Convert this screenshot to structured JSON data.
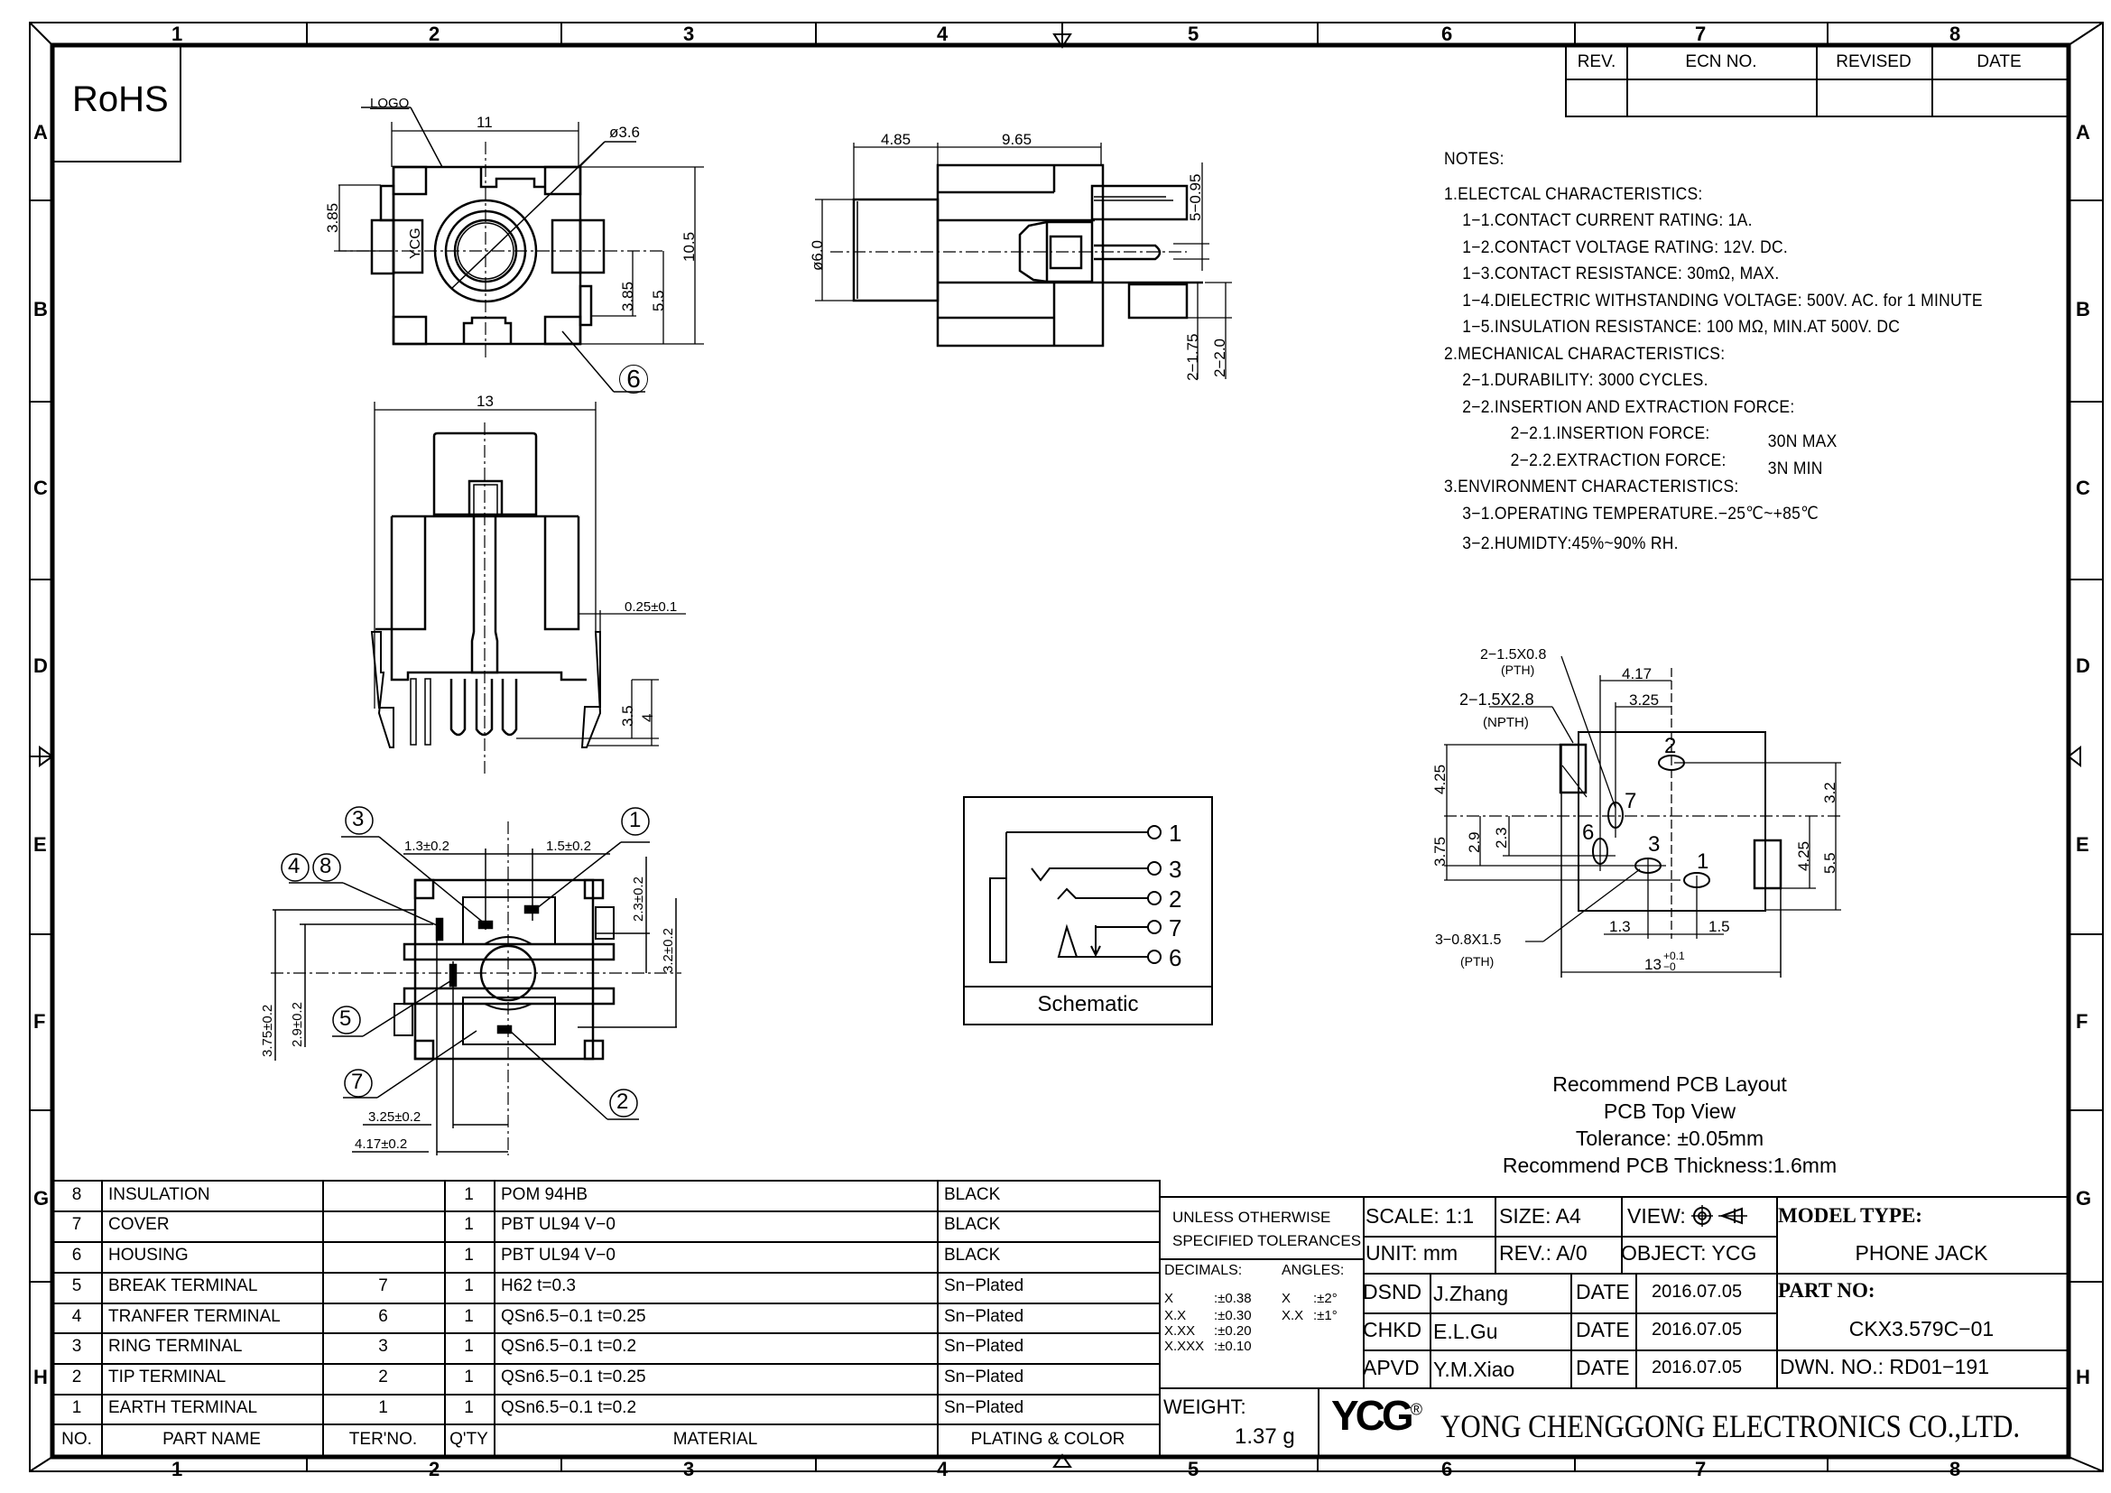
{
  "frame": {
    "columns": [
      "1",
      "2",
      "3",
      "4",
      "5",
      "6",
      "7",
      "8"
    ],
    "rows": [
      "A",
      "B",
      "C",
      "D",
      "E",
      "F",
      "G",
      "H"
    ]
  },
  "rohs": "RoHS",
  "revision_table": {
    "headers": [
      "REV.",
      "ECN NO.",
      "REVISED",
      "DATE"
    ],
    "rows": [
      [
        "",
        "",
        "",
        ""
      ]
    ]
  },
  "notes": {
    "title": "NOTES:",
    "lines": [
      {
        "level": 0,
        "text": "1.ELECTCAL CHARACTERISTICS:"
      },
      {
        "level": 1,
        "text": "1−1.CONTACT CURRENT RATING:  1A."
      },
      {
        "level": 1,
        "text": "1−2.CONTACT VOLTAGE RATING: 12V. DC."
      },
      {
        "level": 1,
        "text": "1−3.CONTACT RESISTANCE: 30mΩ, MAX."
      },
      {
        "level": 1,
        "text": "1−4.DIELECTRIC WITHSTANDING VOLTAGE: 500V. AC. for 1 MINUTE"
      },
      {
        "level": 1,
        "text": "1−5.INSULATION RESISTANCE: 100 MΩ, MIN.AT 500V. DC"
      },
      {
        "level": 0,
        "text": "2.MECHANICAL CHARACTERISTICS:"
      },
      {
        "level": 1,
        "text": "2−1.DURABILITY: 3000 CYCLES."
      },
      {
        "level": 1,
        "text": "2−2.INSERTION AND EXTRACTION FORCE:"
      },
      {
        "level": 2,
        "text": "2−2.1.INSERTION FORCE:",
        "value": "30N MAX"
      },
      {
        "level": 2,
        "text": "2−2.2.EXTRACTION FORCE:",
        "value": "3N MIN"
      },
      {
        "level": 0,
        "text": "3.ENVIRONMENT CHARACTERISTICS:"
      },
      {
        "level": 1,
        "text": "3−1.OPERATING TEMPERATURE.−25℃~+85℃"
      },
      {
        "level": 1,
        "text": "3−2.HUMIDTY:45%~90% RH."
      }
    ]
  },
  "front_view": {
    "logo_label": "LOGO",
    "logo_text": "YCG",
    "dims": {
      "width": "11",
      "hole": "ø3.6",
      "height": "10.5",
      "left_offset": "3.85",
      "right_offset": "3.85",
      "center_height": "5.5"
    },
    "balloon": "6"
  },
  "side_view": {
    "dims": {
      "front_len": "4.85",
      "body_len": "9.65",
      "diameter": "ø6.0",
      "pins": "5−0.95",
      "tab_a": "2−1.75",
      "tab_b": "2−2.0"
    }
  },
  "top_view": {
    "dims": {
      "width": "13",
      "clearance": "0.25±0.1",
      "pin_a": "3.5",
      "pin_b": "4"
    }
  },
  "bottom_view": {
    "balloons": [
      "3",
      "1",
      "4",
      "8",
      "5",
      "7",
      "2"
    ],
    "dims": {
      "d1": "1.3±0.2",
      "d2": "1.5±0.2",
      "d3": "2.3±0.2",
      "d4": "3.2±0.2",
      "d5": "3.75±0.2",
      "d6": "2.9±0.2",
      "d7": "3.25±0.2",
      "d8": "4.17±0.2"
    }
  },
  "schematic": {
    "label": "Schematic",
    "pins": [
      "1",
      "3",
      "2",
      "7",
      "6"
    ]
  },
  "pcb_layout": {
    "callouts": {
      "pth_a": "2−1.5X0.8",
      "pth_a_sub": "(PTH)",
      "npth": "2−1.5X2.8",
      "npth_sub": "(NPTH)",
      "pth_b": "3−0.8X1.5",
      "pth_b_sub": "(PTH)"
    },
    "dims": {
      "d417": "4.17",
      "d325": "3.25",
      "d425l": "4.25",
      "d375": "3.75",
      "d29": "2.9",
      "d23": "2.3",
      "d32": "3.2",
      "d425r": "4.25",
      "d55": "5.5",
      "d13": "1.3",
      "d15": "1.5",
      "d_w": "13",
      "tol_up": "+0.1",
      "tol_dn": "−0"
    },
    "pin_labels": [
      "2",
      "7",
      "6",
      "3",
      "1"
    ],
    "caption": [
      "Recommend PCB Layout",
      "PCB Top View",
      "Tolerance: ±0.05mm",
      "Recommend PCB Thickness:1.6mm"
    ]
  },
  "bom": {
    "headers": [
      "NO.",
      "PART NAME",
      "TER'NO.",
      "Q'TY",
      "MATERIAL",
      "PLATING & COLOR"
    ],
    "rows": [
      {
        "no": "8",
        "part": "INSULATION",
        "ter": "",
        "qty": "1",
        "material": "POM 94HB",
        "plating": "BLACK"
      },
      {
        "no": "7",
        "part": "COVER",
        "ter": "",
        "qty": "1",
        "material": "PBT UL94 V−0",
        "plating": "BLACK"
      },
      {
        "no": "6",
        "part": "HOUSING",
        "ter": "",
        "qty": "1",
        "material": "PBT UL94 V−0",
        "plating": "BLACK"
      },
      {
        "no": "5",
        "part": "BREAK TERMINAL",
        "ter": "7",
        "qty": "1",
        "material": "H62 t=0.3",
        "plating": "Sn−Plated"
      },
      {
        "no": "4",
        "part": "TRANFER TERMINAL",
        "ter": "6",
        "qty": "1",
        "material": "QSn6.5−0.1 t=0.25",
        "plating": "Sn−Plated"
      },
      {
        "no": "3",
        "part": "RING TERMINAL",
        "ter": "3",
        "qty": "1",
        "material": "QSn6.5−0.1 t=0.2",
        "plating": "Sn−Plated"
      },
      {
        "no": "2",
        "part": "TIP TERMINAL",
        "ter": "2",
        "qty": "1",
        "material": "QSn6.5−0.1 t=0.25",
        "plating": "Sn−Plated"
      },
      {
        "no": "1",
        "part": "EARTH TERMINAL",
        "ter": "1",
        "qty": "1",
        "material": "QSn6.5−0.1 t=0.2",
        "plating": "Sn−Plated"
      }
    ]
  },
  "title_block": {
    "tolerance_title": [
      "UNLESS OTHERWISE",
      "SPECIFIED TOLERANCES"
    ],
    "decimals_label": "DECIMALS:",
    "angles_label": "ANGLES:",
    "decimals": [
      [
        "X",
        ":±0.38"
      ],
      [
        "X.X",
        ":±0.30"
      ],
      [
        "X.XX",
        ":±0.20"
      ],
      [
        "X.XXX",
        ":±0.10"
      ]
    ],
    "angles": [
      [
        "X",
        ":±2°"
      ],
      [
        "X.X",
        ":±1°"
      ]
    ],
    "scale": "SCALE: 1:1",
    "size": "SIZE: A4",
    "view": "VIEW:",
    "unit": "UNIT: mm",
    "rev": "REV.: A/0",
    "object": "OBJECT: YCG",
    "model_type_label": "MODEL TYPE:",
    "model_type": "PHONE JACK",
    "part_no_label": "PART NO:",
    "part_no": "CKX3.579C−01",
    "dwn_no": "DWN. NO.: RD01−191",
    "approvals": [
      {
        "role": "DSND",
        "name": "J.Zhang",
        "date_label": "DATE",
        "date": "2016.07.05"
      },
      {
        "role": "CHKD",
        "name": "E.L.Gu",
        "date_label": "DATE",
        "date": "2016.07.05"
      },
      {
        "role": "APVD",
        "name": "Y.M.Xiao",
        "date_label": "DATE",
        "date": "2016.07.05"
      }
    ],
    "weight_label": "WEIGHT:",
    "weight": "1.37 g",
    "logo": "YCG",
    "company": "YONG CHENGGONG ELECTRONICS CO.,LTD."
  }
}
